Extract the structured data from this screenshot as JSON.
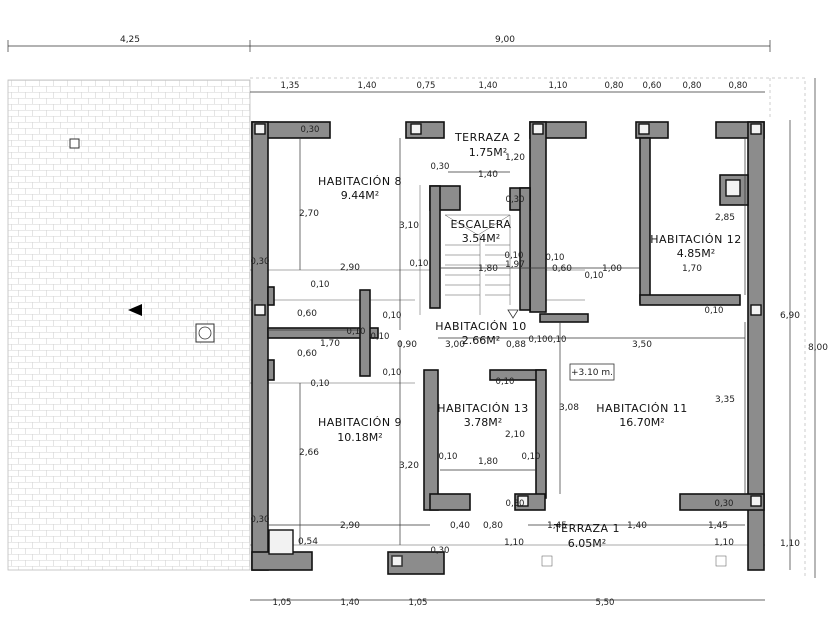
{
  "rooms": {
    "hab8": {
      "name": "HABITACIÓN 8",
      "area": "9.44M²"
    },
    "hab9": {
      "name": "HABITACIÓN 9",
      "area": "10.18M²"
    },
    "hab10": {
      "name": "HABITACIÓN 10",
      "area": "2.66M²"
    },
    "hab11": {
      "name": "HABITACIÓN 11",
      "area": "16.70M²"
    },
    "hab12": {
      "name": "HABITACIÓN 12",
      "area": "4.85M²"
    },
    "hab13": {
      "name": "HABITACIÓN 13",
      "area": "3.78M²"
    },
    "escalera": {
      "name": "ESCALERA",
      "area": "3.54M²"
    },
    "terraza1": {
      "name": "TERRAZA 1",
      "area": "6.05M²"
    },
    "terraza2": {
      "name": "TERRAZA 2",
      "area": "1.75M²"
    }
  },
  "level_tag": "+3.10 m.",
  "dims": {
    "top_total_left": "4,25",
    "top_total_right": "9,00",
    "top_segments": [
      "1,35",
      "1,40",
      "0,75",
      "1,40",
      "1,10",
      "0,80",
      "0,60",
      "0,80",
      "0,80"
    ],
    "bottom_segments": [
      "1,05",
      "1,40",
      "1,05",
      "5,50"
    ],
    "right_outer": "8,00",
    "right_inner": "6,90",
    "right_terraza": "1,10",
    "right_hab12": "2,85",
    "right_hab11": "3,35",
    "left_hab8": "2,70",
    "left_hab9": "2,66",
    "mid_310": "3,10",
    "mid_320": "3,20",
    "hab11_height": "3,08",
    "hab13_height": "2,10",
    "terraza2_height": "1,20",
    "w290_top": "2,90",
    "w290_bottom": "2,90",
    "w170_left": "1,70",
    "w170_right": "1,70",
    "w140_terraza2": "1,40",
    "w180_escalera": "1,80",
    "w197": "1,97",
    "w060_esc": "0,60",
    "w100": "1,00",
    "w300_hab10": "3,00",
    "w088": "0,88",
    "w350": "3,50",
    "w180_hab13": "1,80",
    "w145_left": "1,45",
    "w140_terraza1": "1,40",
    "w145_right": "1,45",
    "w110_left": "1,10",
    "w110_right": "1,10",
    "w040": "0,40",
    "w080": "0,80",
    "w090": "0,90",
    "w054": "0,54",
    "w060_a": "0,60",
    "w060_b": "0,60",
    "t030_top": "0,30",
    "t030_left_a": "0,30",
    "t030_left_b": "0,30",
    "t030_terraza2": "0,30",
    "t030_esc": "0,30",
    "t030_hab11": "0,30",
    "t030_bottom": "0,30",
    "t030_terraza1": "0,30",
    "t010_a": "0,10",
    "t010_b": "0,10",
    "t010_c": "0,10",
    "t010_d": "0,10",
    "t010_e": "0,10",
    "t010_f": "0,10",
    "t010_g": "0,10",
    "t010_h": "0,10",
    "t010_i": "0,10",
    "t010_j": "0,10",
    "t010_k": "0,10",
    "t010_l": "0,10",
    "t010_m": "0,10",
    "t010_n": "0,10",
    "t010_o": "0,10",
    "t010_p": "0,10"
  }
}
